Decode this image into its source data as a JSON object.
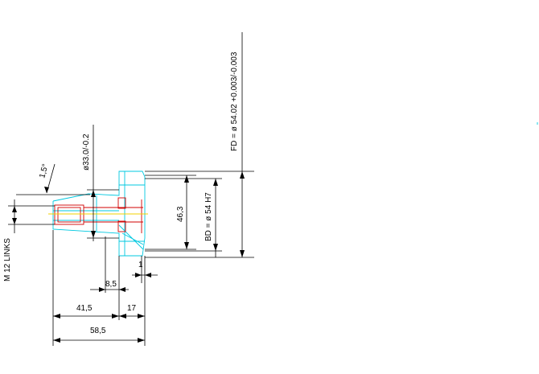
{
  "drawing": {
    "labels": {
      "fd": "FD = ø 54.02 +0.003/-0.003",
      "bd": "BD = ø 54 H7",
      "d46": "46,3",
      "d33": "ø33.0/-0.2",
      "angle": "1,5°",
      "thread": "M 12 LINKS",
      "d1": "1",
      "d8": "8,5",
      "d41": "41,5",
      "d17": "17",
      "d58": "58,5"
    },
    "colors": {
      "dimension": "#000000",
      "outline": "#00c8e0",
      "hidden": "#d00000",
      "center": "#f0d000"
    }
  }
}
